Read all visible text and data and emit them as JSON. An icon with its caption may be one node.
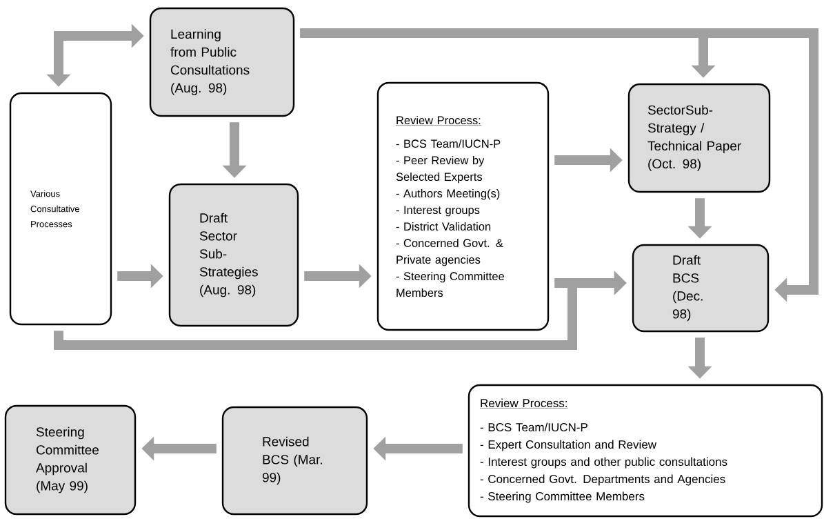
{
  "diagram": {
    "nodes": [
      {
        "text": [
          "Learning from Public Consultations (Aug. 98)"
        ]
      },
      {
        "text": [
          "Various Consultative Processes"
        ]
      },
      {
        "text": [
          "Draft Sector Sub-Strategies (Aug. 98)"
        ]
      },
      {
        "text": [
          "Review Process:",
          "- BCS Team/IUCN-P",
          "- Peer Review by Selected Experts",
          "- Authors Meeting(s)",
          "- Interest groups",
          "- District Validation",
          "- Concerned Govt. & Private agencies",
          "- Steering Committee Members"
        ]
      },
      {
        "text": [
          "SectorSub-Strategy / Technical Paper (Oct. 98)"
        ]
      },
      {
        "text": [
          "Draft BCS (Dec. 98)"
        ]
      },
      {
        "text": [
          "Review Process:",
          "- BCS Team/IUCN-P",
          "- Expert Consultation and Review",
          "- Interest groups and other public consultations",
          "- Concerned Govt. Departments and Agencies",
          "- Steering Committee Members"
        ]
      },
      {
        "text": [
          "Revised BCS (Mar. 99)"
        ]
      },
      {
        "text": [
          "Steering Committee Approval (May 99)"
        ]
      }
    ],
    "edges": [
      {
        "from": 0,
        "to": 1,
        "arrow": "both"
      },
      {
        "from": 0,
        "to": 2,
        "arrow": "to"
      },
      {
        "from": 1,
        "to": 2,
        "arrow": "to"
      },
      {
        "from": 2,
        "to": 3,
        "arrow": "to"
      },
      {
        "from": 3,
        "to": 4,
        "arrow": "to"
      },
      {
        "from": 0,
        "to": 4,
        "arrow": "to"
      },
      {
        "from": 0,
        "to": 5,
        "arrow": "to"
      },
      {
        "from": 4,
        "to": 5,
        "arrow": "to"
      },
      {
        "from": 3,
        "to": 5,
        "arrow": "to"
      },
      {
        "from": 1,
        "to": 5,
        "arrow": "to"
      },
      {
        "from": 5,
        "to": 6,
        "arrow": "to"
      },
      {
        "from": 6,
        "to": 7,
        "arrow": "to"
      },
      {
        "from": 7,
        "to": 8,
        "arrow": "to"
      }
    ]
  }
}
